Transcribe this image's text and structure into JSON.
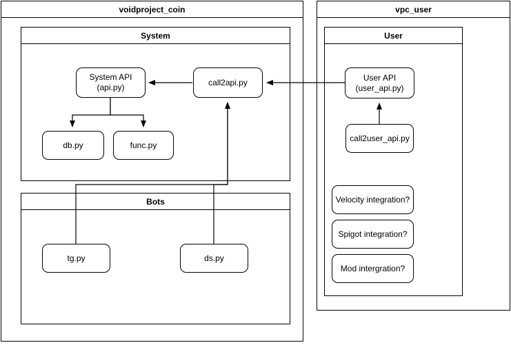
{
  "diagram": {
    "type": "architecture-flowchart",
    "title_left": "voidproject_coin",
    "title_right": "vpc_user",
    "pools": [
      {
        "id": "voidproject_coin",
        "label": "voidproject_coin"
      },
      {
        "id": "vpc_user",
        "label": "vpc_user"
      }
    ],
    "lanes": [
      {
        "id": "system",
        "label": "System",
        "pool": "voidproject_coin"
      },
      {
        "id": "bots",
        "label": "Bots",
        "pool": "voidproject_coin"
      },
      {
        "id": "user",
        "label": "User",
        "pool": "vpc_user"
      }
    ],
    "nodes": [
      {
        "id": "system_api",
        "label": "System API\n(api.py)",
        "lane": "system"
      },
      {
        "id": "call2api",
        "label": "call2api.py",
        "lane": "system"
      },
      {
        "id": "db",
        "label": "db.py",
        "lane": "system"
      },
      {
        "id": "func",
        "label": "func.py",
        "lane": "system"
      },
      {
        "id": "tg",
        "label": "tg.py",
        "lane": "bots"
      },
      {
        "id": "ds",
        "label": "ds.py",
        "lane": "bots"
      },
      {
        "id": "user_api",
        "label": "User API\n(user_api.py)",
        "lane": "user"
      },
      {
        "id": "call2user_api",
        "label": "call2user_api.py",
        "lane": "user"
      },
      {
        "id": "velocity",
        "label": "Velocity integration?",
        "lane": "user"
      },
      {
        "id": "spigot",
        "label": "Spigot integration?",
        "lane": "user"
      },
      {
        "id": "mod",
        "label": "Mod intergration?",
        "lane": "user"
      }
    ],
    "edges": [
      {
        "from": "call2api",
        "to": "system_api",
        "arrow": true
      },
      {
        "from": "system_api",
        "to": "db",
        "arrow": true
      },
      {
        "from": "system_api",
        "to": "func",
        "arrow": true
      },
      {
        "from": "user_api",
        "to": "call2api",
        "arrow": true
      },
      {
        "from": "call2user_api",
        "to": "user_api",
        "arrow": true
      },
      {
        "from": "tg",
        "to": "call2api",
        "arrow": true
      },
      {
        "from": "ds",
        "to": "call2api",
        "arrow": true
      }
    ],
    "colors": {
      "stroke": "#000000",
      "fill": "#ffffff",
      "text": "#000000"
    }
  }
}
